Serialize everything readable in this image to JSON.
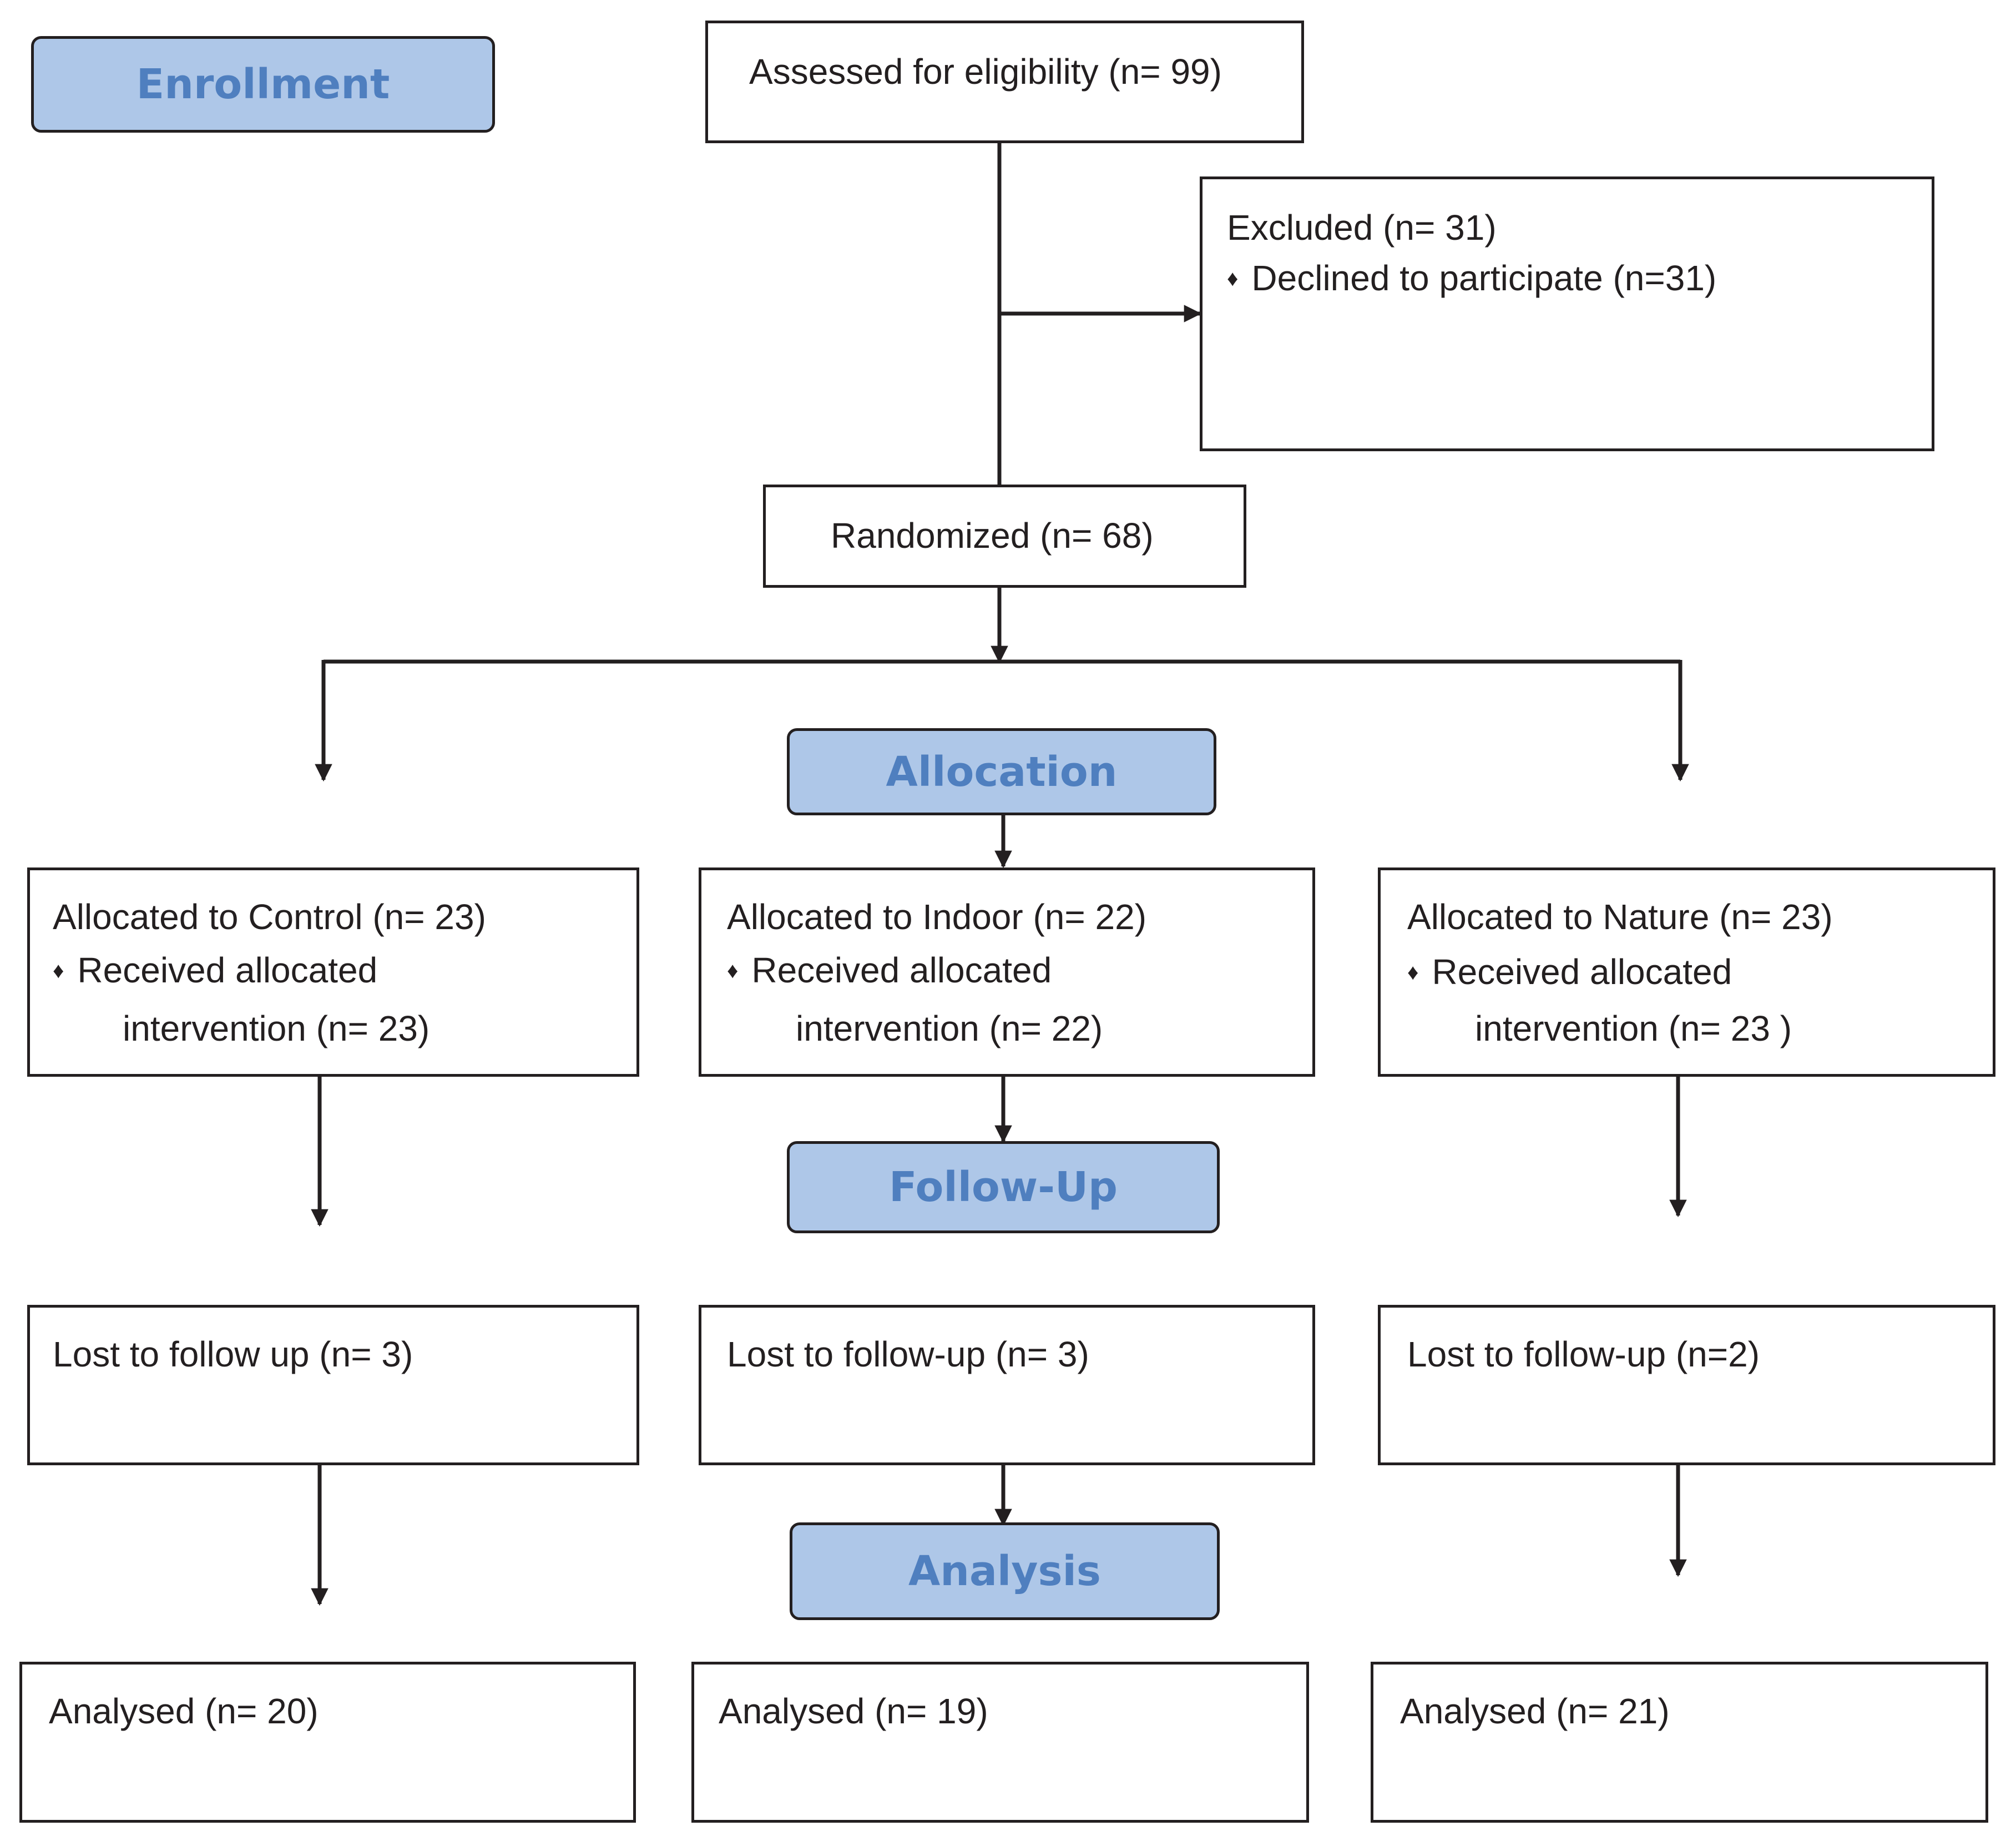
{
  "phases": {
    "enrollment": "Enrollment",
    "allocation": "Allocation",
    "follow_up": "Follow-Up",
    "analysis": "Analysis"
  },
  "assessed": {
    "text": "Assessed for eligibility (n= 99)"
  },
  "excluded": {
    "title": "Excluded  (n= 31)",
    "bullet_symbol": "♦",
    "reason": "Declined to participate (n=31)"
  },
  "randomized": {
    "text": "Randomized (n= 68)"
  },
  "allocated": {
    "control": {
      "title": "Allocated to Control (n= 23)",
      "line1": "Received allocated",
      "line2": "intervention (n= 23)"
    },
    "indoor": {
      "title": "Allocated to Indoor (n= 22)",
      "line1": "Received allocated",
      "line2": "intervention (n= 22)"
    },
    "nature": {
      "title": "Allocated to Nature (n= 23)",
      "line1": "Received allocated",
      "line2": "intervention (n= 23 )"
    }
  },
  "lost": {
    "control": "Lost to follow up (n= 3)",
    "indoor": "Lost to follow-up (n= 3)",
    "nature": "Lost to follow-up (n=2)"
  },
  "analysed": {
    "control": "Analysed  (n= 20)",
    "indoor": "Analysed  (n= 19)",
    "nature": "Analysed  (n= 21)"
  },
  "colors": {
    "phase_fill": "#aec7e8",
    "phase_text": "#4f7fbf",
    "line": "#231f20"
  }
}
